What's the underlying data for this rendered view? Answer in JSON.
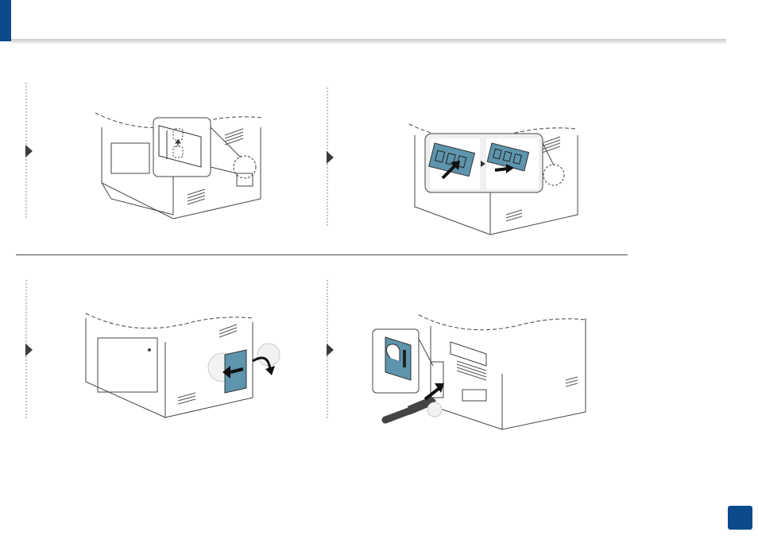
{
  "theme": {
    "accent": "#0b4a8b",
    "panel_blue": "#5e94ad",
    "line": "#4a4a4a"
  },
  "steps": [
    {
      "id": "step-1",
      "arrow": "play-arrow-icon",
      "illustration": "printer-memory-slot-illustration"
    },
    {
      "id": "step-2",
      "arrow": "play-arrow-icon",
      "illustration": "memory-module-insert-illustration"
    },
    {
      "id": "step-3",
      "arrow": "play-arrow-icon",
      "illustration": "printer-cover-close-illustration"
    },
    {
      "id": "step-4",
      "arrow": "play-arrow-icon",
      "illustration": "power-cord-connect-illustration"
    }
  ]
}
